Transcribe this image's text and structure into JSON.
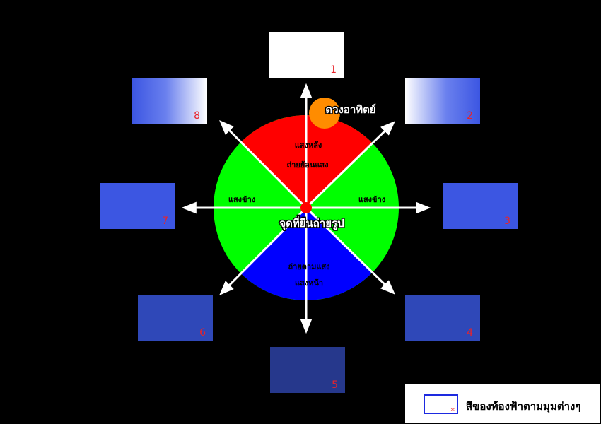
{
  "sky_boxes": [
    {
      "number": "1",
      "fill": "#ffffff"
    },
    {
      "number": "2",
      "fill": "gradient-white-to-blue"
    },
    {
      "number": "3",
      "fill": "#3c56e2"
    },
    {
      "number": "4",
      "fill": "#2f48b8"
    },
    {
      "number": "5",
      "fill": "#26388c"
    },
    {
      "number": "6",
      "fill": "#2f48b8"
    },
    {
      "number": "7",
      "fill": "#3c56e2"
    },
    {
      "number": "8",
      "fill": "gradient-blue-to-white"
    }
  ],
  "zones": {
    "back": {
      "line1": "แสงหลัง",
      "line2": "ถ่ายย้อนแสง",
      "color": "#ff0000"
    },
    "left_side": {
      "label": "แสงข้าง",
      "color": "#00ff00"
    },
    "right_side": {
      "label": "แสงข้าง",
      "color": "#00ff00"
    },
    "front": {
      "line1": "ถ่ายตามแสง",
      "line2": "แสงหน้า",
      "color": "#0000ff"
    }
  },
  "sun_label": "ดวงอาทิตย์",
  "sun_color": "#ff8c00",
  "camera_label": "จุดที่ยืนถ่ายรูป",
  "camera_point_color": "#ff0000",
  "legend": {
    "text": "สีของท้องฟ้าตามมุมต่างๆ",
    "star": "*",
    "swatch_border": "#1d2ae0"
  }
}
